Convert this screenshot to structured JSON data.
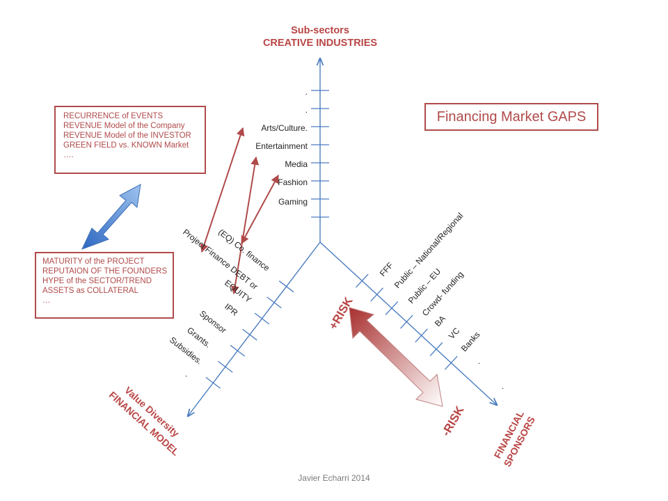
{
  "top_axis_title": [
    "Sub-sectors",
    "CREATIVE INDUSTRIES"
  ],
  "gap_title": "Financing Market GAPS",
  "box_top": [
    "RECURRENCE of EVENTS",
    "REVENUE Model of the Company",
    "REVENUE Model of the INVESTOR",
    "GREEN FIELD vs. KNOWN Market",
    "…."
  ],
  "box_bottom": [
    "MATURITY of the PROJECT",
    "REPUTAION OF THE FOUNDERS",
    "HYPE of the SECTOR/TREND",
    "ASSETS as COLLATERAL",
    "…"
  ],
  "subsectors": [
    ".",
    ".",
    "Arts/Culture.",
    "Entertainment",
    "Media",
    "Fashion",
    "Gaming"
  ],
  "financial_models": [
    "(EQ) Co. finance",
    "Project Finance DEBT or",
    "EQUITY",
    "IPR",
    "Sponsor",
    "Grants.",
    "Subsidies.",
    "."
  ],
  "sponsors": [
    "FFF",
    "Public – National/Regional",
    "Public – EU",
    "Crowd- funding",
    "BA",
    "VC",
    "Banks",
    ".",
    "."
  ],
  "left_axis_title": [
    "Value Diversity",
    "FINANCIAL MODEL"
  ],
  "right_axis_title": [
    "FINANCIAL",
    "SPONSORS"
  ],
  "risk_high": "+RISK",
  "risk_low": "-RISK",
  "footer": "Javier Echarri 2014"
}
